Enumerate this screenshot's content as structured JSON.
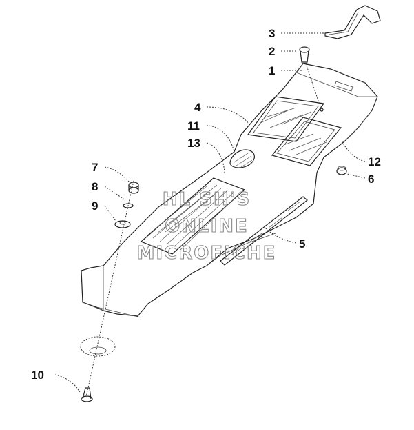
{
  "callouts": {
    "n1": "1",
    "n2": "2",
    "n3": "3",
    "n4": "4",
    "n5": "5",
    "n6": "6",
    "n7": "7",
    "n8": "8",
    "n9": "9",
    "n10": "10",
    "n11": "11",
    "n12": "12",
    "n13": "13"
  },
  "watermark": {
    "line1": "HL SH'S",
    "line2": "ONLINE",
    "line3": "MICROFICHE"
  },
  "colors": {
    "ink": "#111111",
    "watermark": "#8a8a8a",
    "background": "#ffffff"
  }
}
